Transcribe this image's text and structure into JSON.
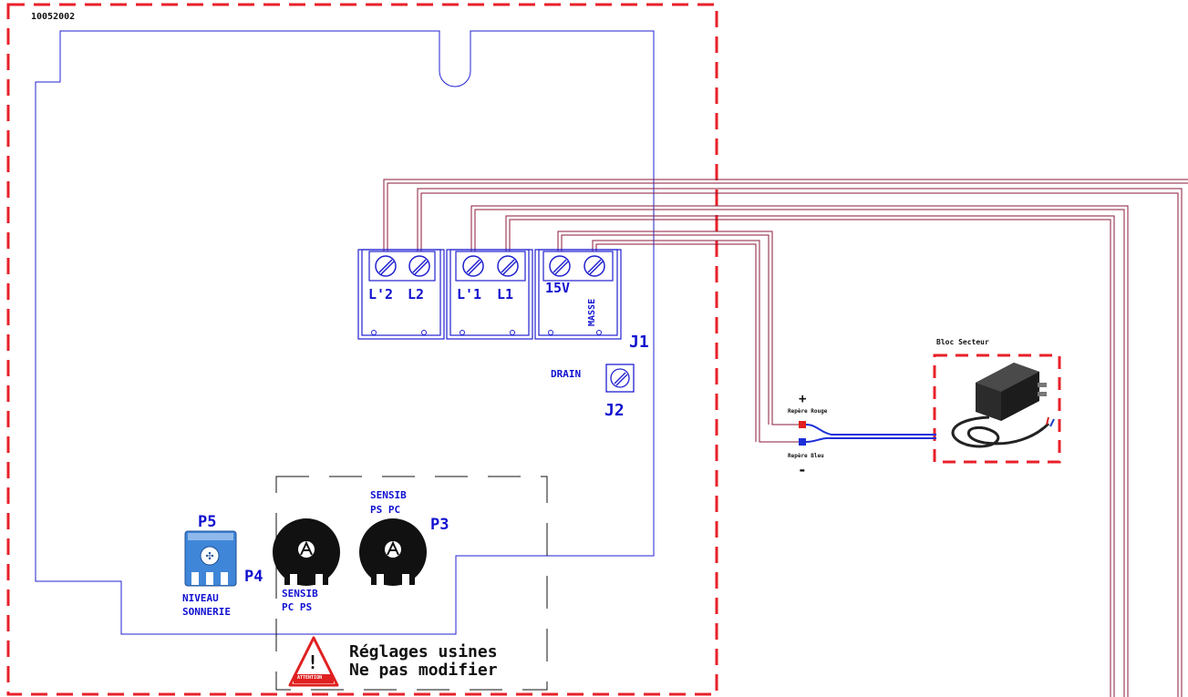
{
  "ref": "10052002",
  "terminals": [
    "L'2",
    "L2",
    "L'1",
    "L1",
    "15V",
    "MASSE"
  ],
  "connectors": {
    "j1": "J1",
    "j2": "J2",
    "drain": "DRAIN"
  },
  "pots": {
    "p3": "P3",
    "p4": "P4",
    "p5": "P5",
    "sensib_ps_pc": [
      "SENSIB",
      "PS PC"
    ],
    "sensib_pc_ps": [
      "SENSIB",
      "PC PS"
    ],
    "niveau_sonnerie": [
      "NIVEAU",
      "SONNERIE"
    ]
  },
  "power": {
    "title": "Bloc Secteur",
    "plus": "+",
    "minus": "-",
    "red_mark": "Repère Rouge",
    "blue_mark": "Repère Bleu"
  },
  "warning": {
    "icon_text": "!",
    "attention": "ATTENTION",
    "line1": "Réglages usines",
    "line2": "Ne pas modifier"
  },
  "colors": {
    "board": "#2020d0",
    "wires": "#8b1a3a",
    "dash": "#e8202a",
    "text_blue": "#1010d0"
  }
}
